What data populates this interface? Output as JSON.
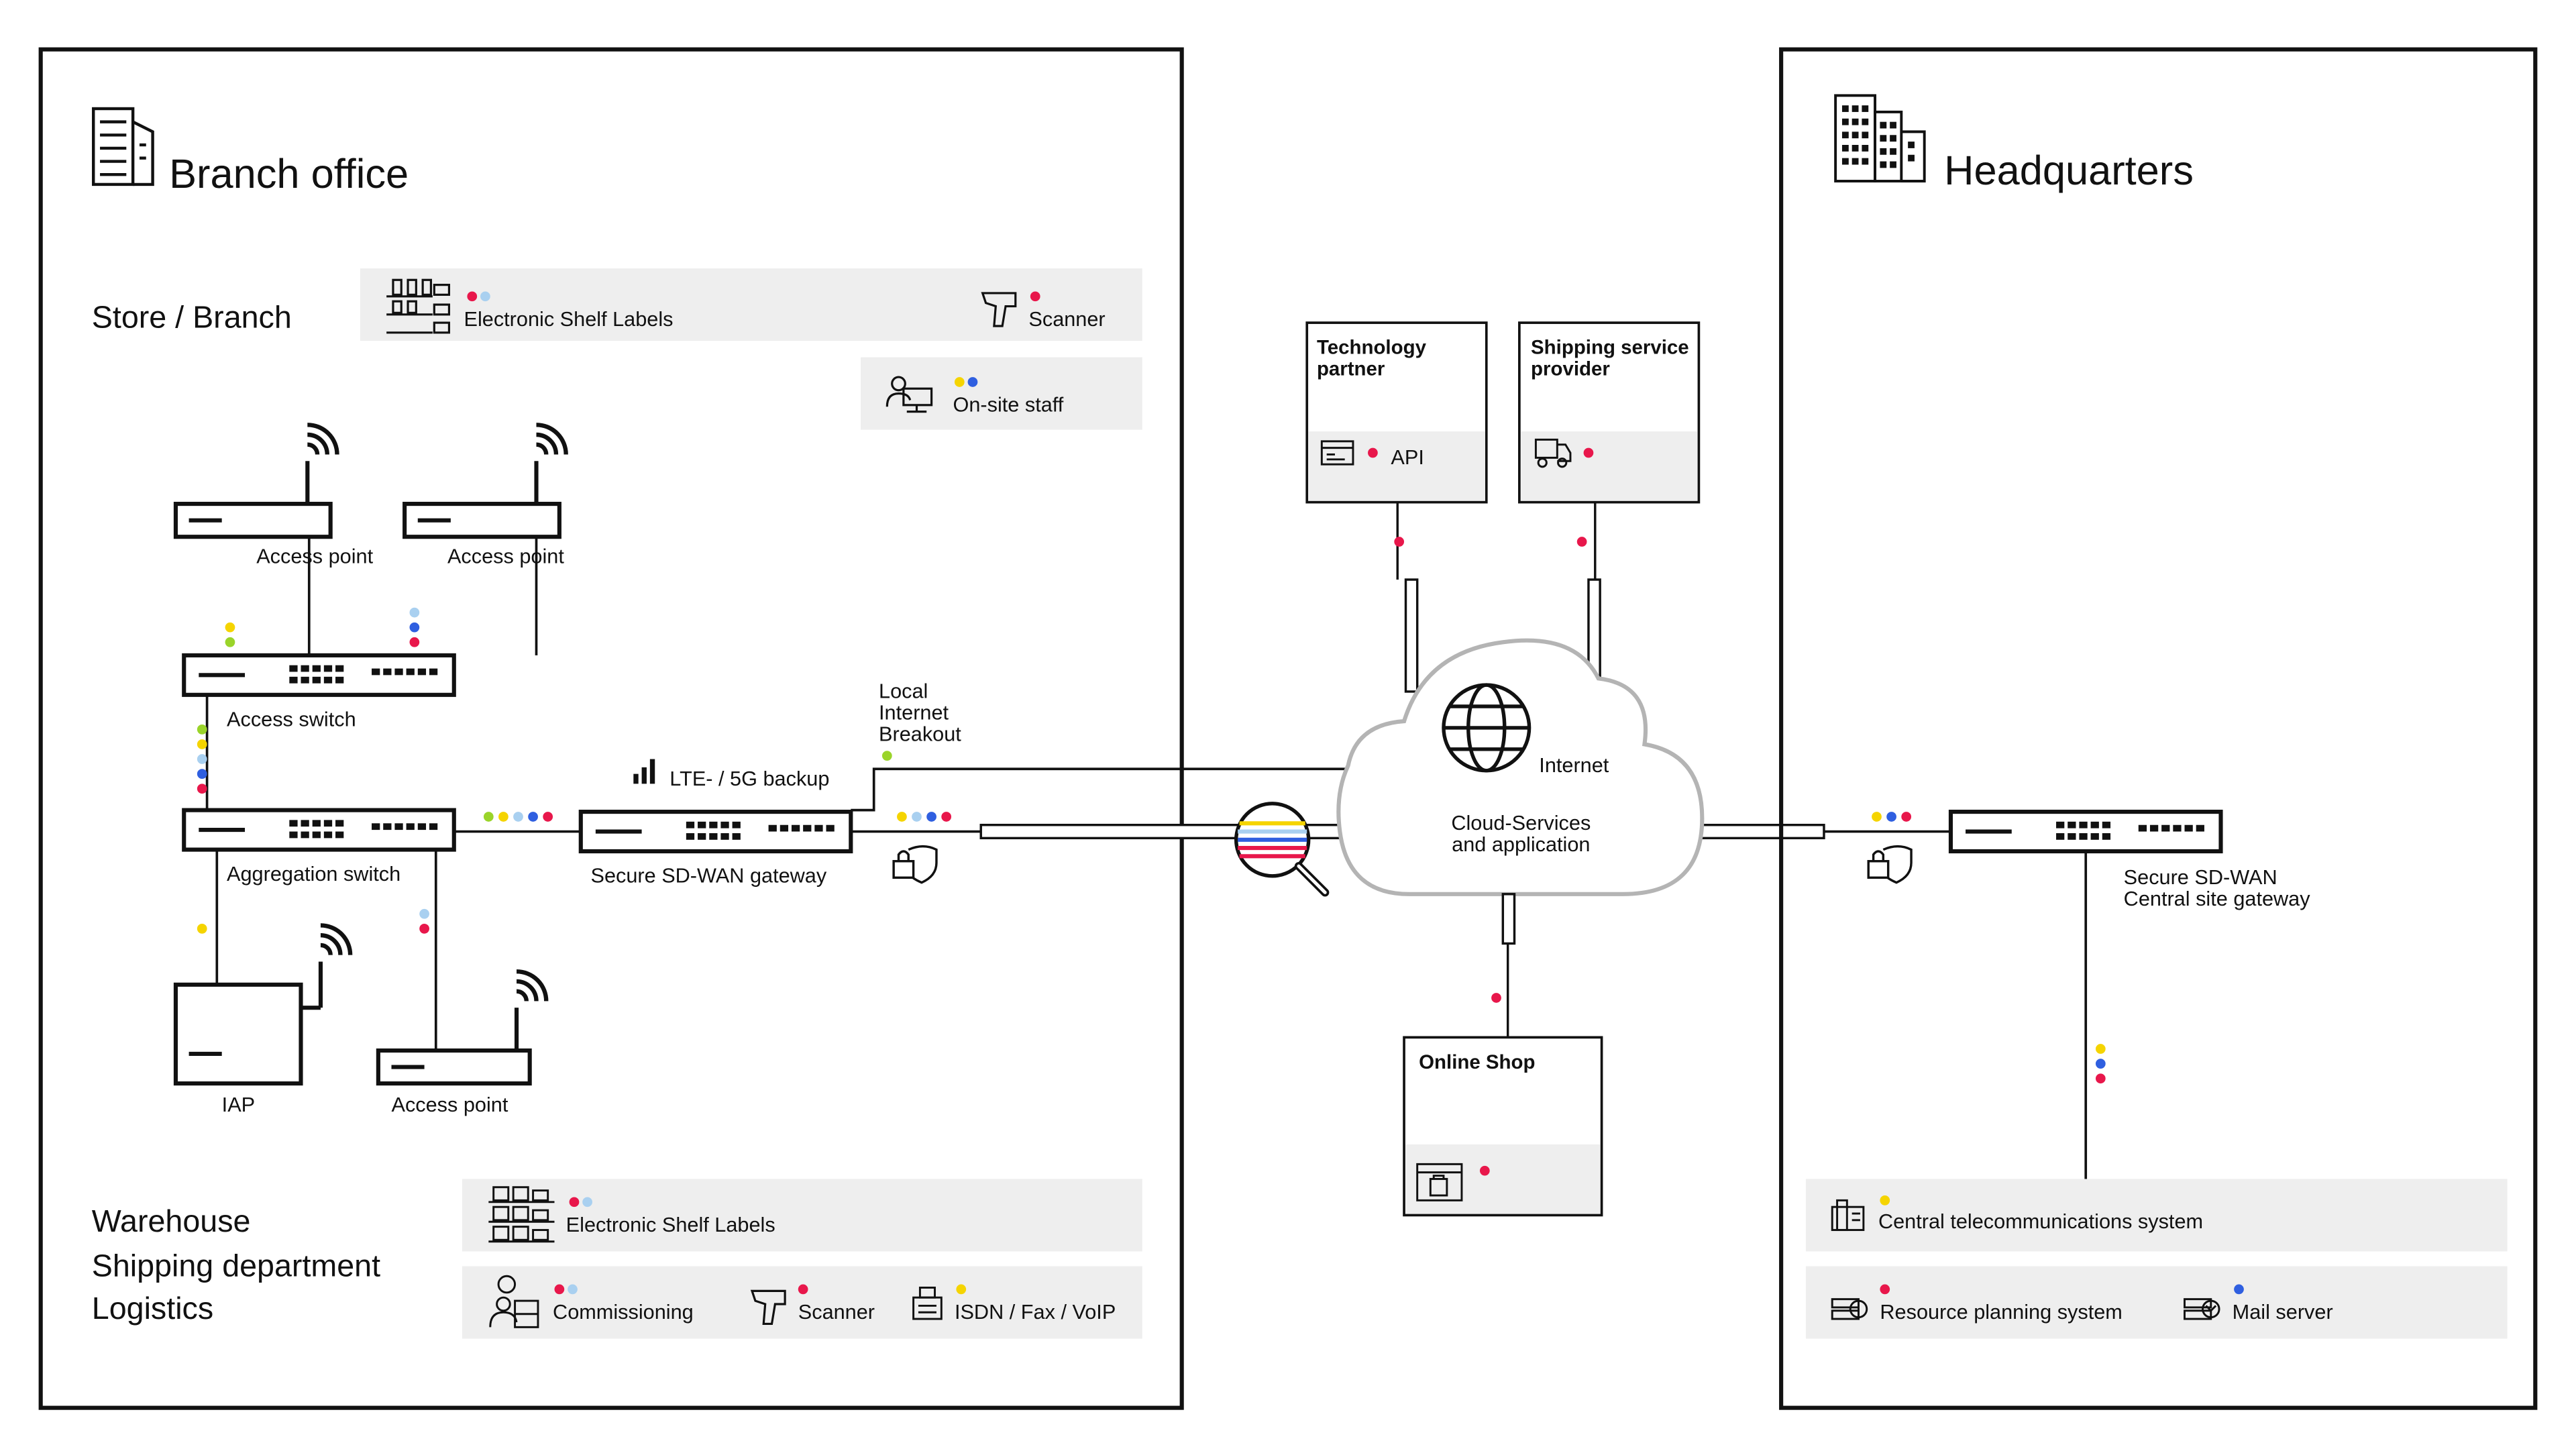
{
  "colors": {
    "red": "#e8174b",
    "yellow": "#f5d400",
    "lightblue": "#a9d0f0",
    "blue": "#2f5fe0",
    "green": "#9ad42a",
    "panel": "#eeeeee",
    "stroke": "#111111",
    "cloud": "#b4b4b4"
  },
  "branch": {
    "title": "Branch office",
    "store_title": "Store / Branch",
    "warehouse_title": [
      "Warehouse",
      "Shipping department",
      "Logistics"
    ],
    "store_panel": {
      "shelf_labels": "Electronic Shelf Labels",
      "scanner": "Scanner"
    },
    "staff_panel": {
      "staff": "On-site staff"
    },
    "warehouse_panel1": {
      "shelf_labels": "Electronic Shelf Labels"
    },
    "warehouse_panel2": {
      "commissioning": "Commissioning",
      "scanner": "Scanner",
      "isdn": "ISDN / Fax / VoIP"
    },
    "devices": {
      "ap1": "Access point",
      "ap2": "Access point",
      "ap3": "Access point",
      "access_switch": "Access switch",
      "aggregation_switch": "Aggregation switch",
      "iap": "IAP",
      "sdwan": "Secure SD-WAN gateway",
      "lte": "LTE- / 5G backup",
      "breakout": [
        "Local",
        "Internet",
        "Breakout"
      ]
    }
  },
  "cloud": {
    "internet": "Internet",
    "services": [
      "Cloud-Services",
      "and application"
    ]
  },
  "partners": {
    "tech": {
      "title": [
        "Technology",
        "partner"
      ],
      "api": "API"
    },
    "shipping": {
      "title": [
        "Shipping service",
        "provider"
      ]
    },
    "shop": {
      "title": "Online Shop"
    }
  },
  "hq": {
    "title": "Headquarters",
    "gateway": [
      "Secure SD-WAN",
      "Central site gateway"
    ],
    "telecom": "Central telecommunications system",
    "erp": "Resource planning system",
    "mail": "Mail server"
  },
  "icons": [
    "building-icon",
    "office-tower-icon",
    "shelf-labels-icon",
    "scanner-icon",
    "staff-icon",
    "wifi-icon",
    "signal-bars-icon",
    "lock-shield-icon",
    "globe-icon",
    "magnifier-icon",
    "api-icon",
    "truck-icon",
    "shop-icon",
    "commissioning-icon",
    "fax-icon",
    "server-icon",
    "telephone-system-icon",
    "mail-server-icon"
  ]
}
